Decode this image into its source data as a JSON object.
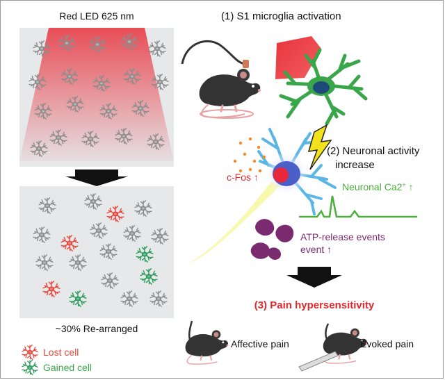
{
  "left_panel": {
    "led_label": "Red LED 625 nm",
    "rearranged_label": "~30% Re-arranged"
  },
  "legend": {
    "lost_label": "Lost cell",
    "gained_label": "Gained cell"
  },
  "right_panel": {
    "step1": "(1) S1 microglia activation",
    "step2_line1": "(2) Neuronal activity",
    "step2_line2": "increase",
    "cfos": "c-Fos ↑",
    "ca_prefix": "Neuronal Ca2",
    "ca_sup": "+",
    "ca_suffix": " ↑",
    "atp_line1": "ATP-release events",
    "atp_line2": "event ↑",
    "step3": "(3) Pain hypersensitivity",
    "affective": "Affective pain",
    "evoked": "Evoked pain"
  },
  "colors": {
    "led_red": "#e8323c",
    "lost_cell": "#e8453c",
    "gained_cell": "#2a9a5a",
    "inactive_cell": "#8c8c8c",
    "neuron_blue": "#5bb6e6",
    "microglia_green": "#3aa64a",
    "atp_purple": "#7a2a6e",
    "ca_green": "#4caf3c",
    "pain_red": "#e0282e",
    "panel_gray": "#e6e8ea",
    "mouse_body": "#333333"
  }
}
